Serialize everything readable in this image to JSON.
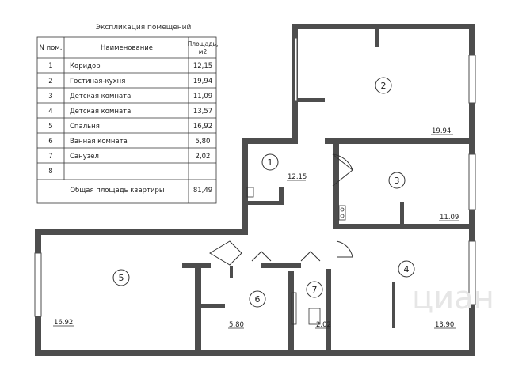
{
  "table": {
    "title": "Экспликация помещений",
    "headers": {
      "num": "N пом.",
      "name": "Наименование",
      "area_line1": "Площадь,",
      "area_line2": "м2"
    },
    "rows": [
      {
        "num": "1",
        "name": "Коридор",
        "area": "12,15"
      },
      {
        "num": "2",
        "name": "Гостиная-кухня",
        "area": "19,94"
      },
      {
        "num": "3",
        "name": "Детская комната",
        "area": "11,09"
      },
      {
        "num": "4",
        "name": "Детская комната",
        "area": "13,57"
      },
      {
        "num": "5",
        "name": "Спальня",
        "area": "16,92"
      },
      {
        "num": "6",
        "name": "Ванная комната",
        "area": "5,80"
      },
      {
        "num": "7",
        "name": "Санузел",
        "area": "2,02"
      },
      {
        "num": "8",
        "name": "",
        "area": ""
      }
    ],
    "total_label": "Общая площадь квартиры",
    "total_value": "81,49"
  },
  "plan": {
    "rooms": [
      {
        "num": "1",
        "area": "12.15"
      },
      {
        "num": "2",
        "area": "19.94"
      },
      {
        "num": "3",
        "area": "11.09"
      },
      {
        "num": "4",
        "area": "13.90"
      },
      {
        "num": "5",
        "area": "16.92"
      },
      {
        "num": "6",
        "area": "5.80"
      },
      {
        "num": "7",
        "area": "2.02"
      }
    ],
    "watermark": "циан"
  }
}
